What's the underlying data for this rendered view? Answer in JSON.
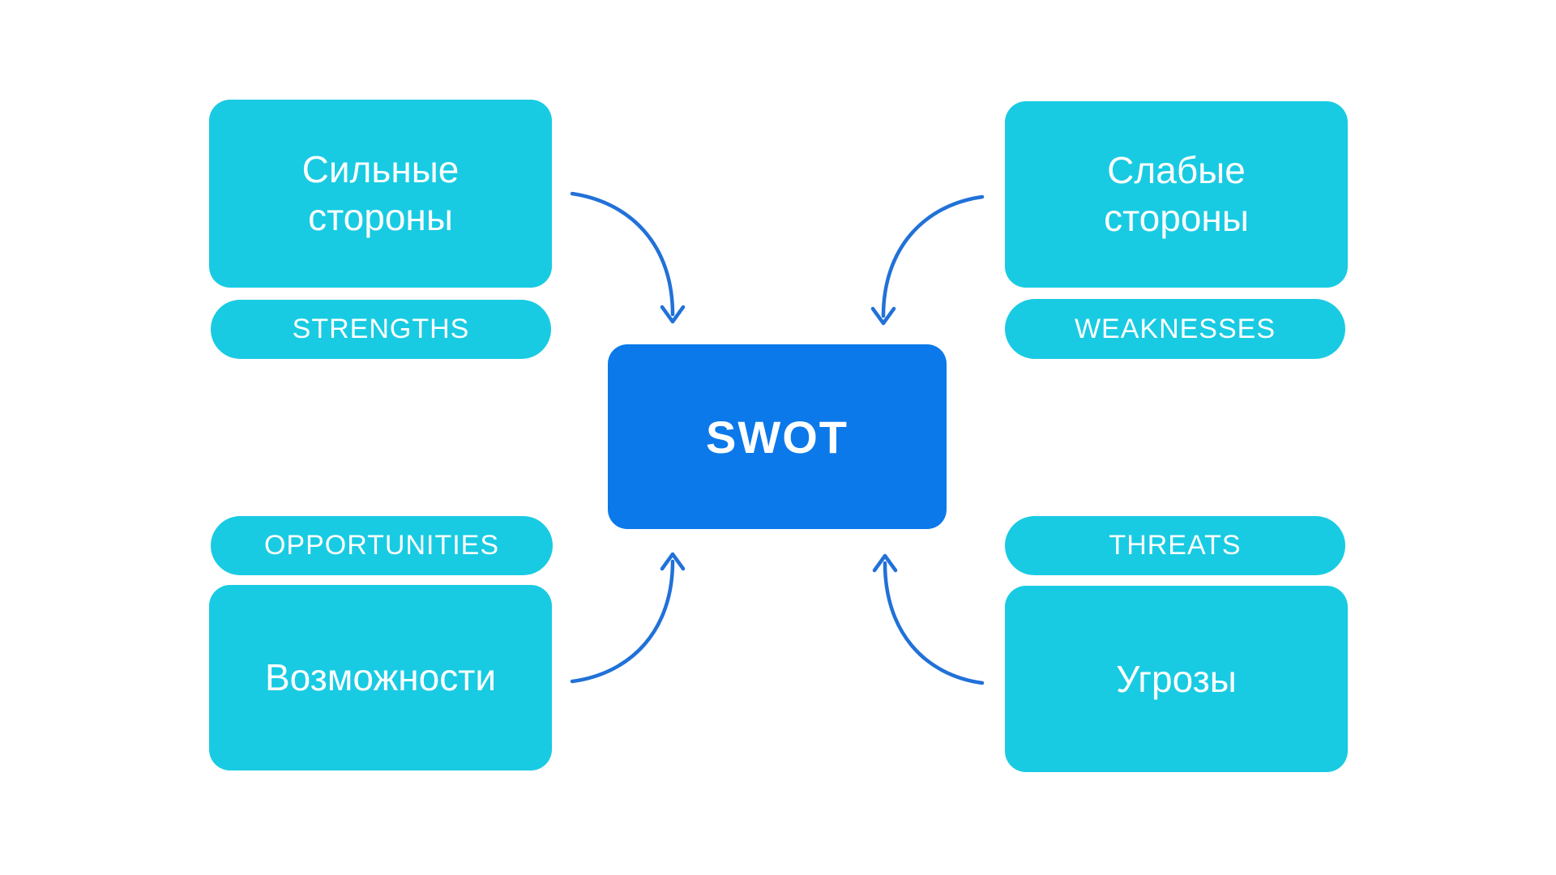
{
  "diagram": {
    "type": "swot-diagram",
    "background_color": "#ffffff",
    "colors": {
      "quadrant_fill": "#18cbe2",
      "center_fill": "#0b79ea",
      "arrow_stroke": "#2171d8",
      "text": "#ffffff"
    }
  },
  "center": {
    "label": "SWOT"
  },
  "quadrants": {
    "strengths": {
      "title_ru": "Сильные\nстороны",
      "label_en": "STRENGTHS"
    },
    "weaknesses": {
      "title_ru": "Слабые\nстороны",
      "label_en": "WEAKNESSES"
    },
    "opportunities": {
      "title_ru": "Возможности",
      "label_en": "OPPORTUNITIES"
    },
    "threats": {
      "title_ru": "Угрозы",
      "label_en": "THREATS"
    }
  },
  "arrows": [
    {
      "name": "strengths-to-center",
      "from": "strengths-box",
      "to": "swot-center-box",
      "points": "down"
    },
    {
      "name": "weaknesses-to-center",
      "from": "weaknesses-box",
      "to": "swot-center-box",
      "points": "down"
    },
    {
      "name": "opportunities-to-center",
      "from": "opportunities-box",
      "to": "swot-center-box",
      "points": "up"
    },
    {
      "name": "threats-to-center",
      "from": "threats-box",
      "to": "swot-center-box",
      "points": "up"
    }
  ]
}
